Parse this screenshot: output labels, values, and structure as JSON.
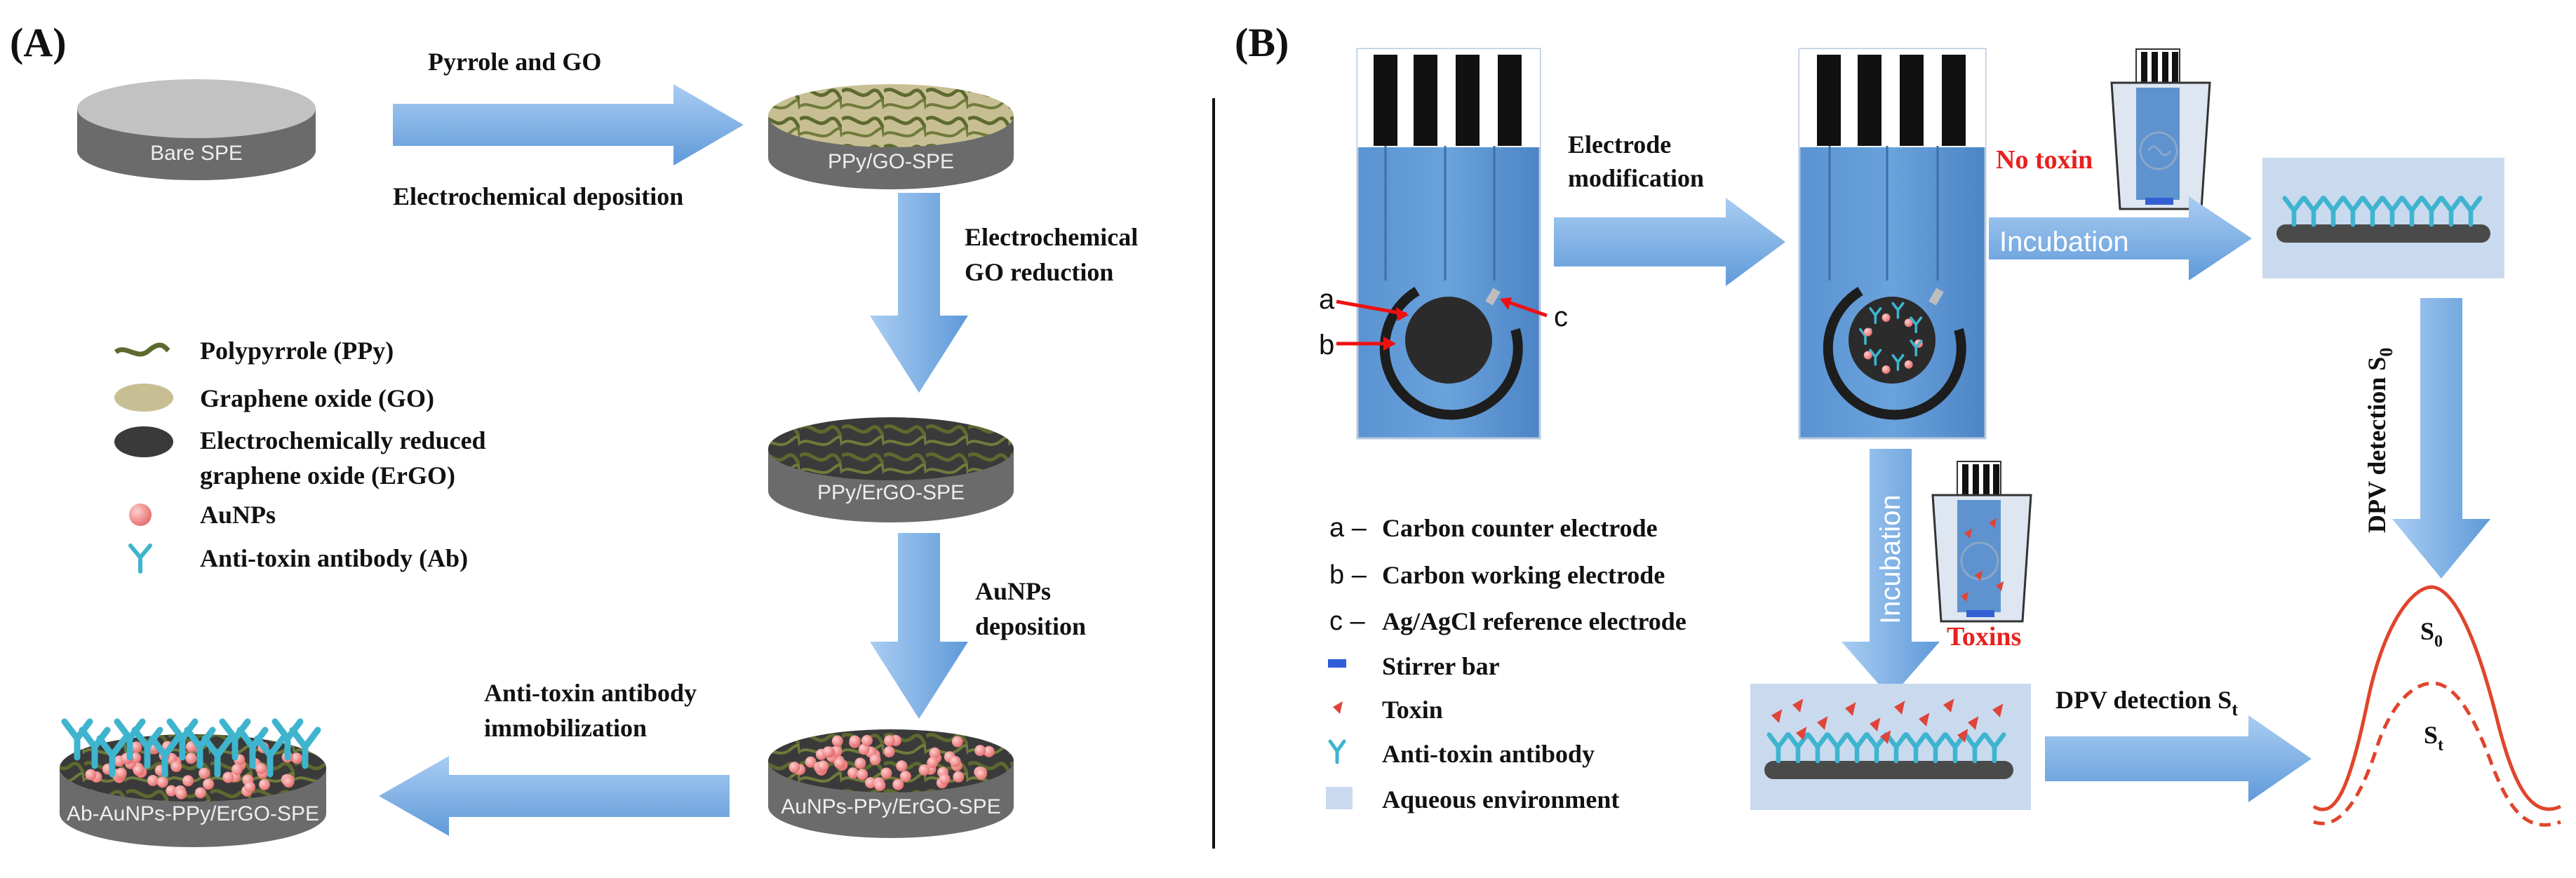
{
  "panel_a": {
    "tag": "(A)",
    "disk_labels": {
      "bare": "Bare SPE",
      "ppy_go": "PPy/GO-SPE",
      "ppy_ergo": "PPy/ErGO-SPE",
      "aunps": "AuNPs-PPy/ErGO-SPE",
      "ab": "Ab-AuNPs-PPy/ErGO-SPE"
    },
    "steps": {
      "pyrrole_go": "Pyrrole and GO",
      "electrochemical_deposition": "Electrochemical deposition",
      "electrochemical_line1": "Electrochemical",
      "electrochemical_line2": "GO reduction",
      "aunps_line1": "AuNPs",
      "aunps_line2": "deposition",
      "antitoxin_line1": "Anti-toxin antibody",
      "antitoxin_line2": "immobilization"
    },
    "legend": {
      "ppy": "Polypyrrole (PPy)",
      "go": "Graphene oxide (GO)",
      "ergo_line1": "Electrochemically reduced",
      "ergo_line2": "graphene oxide (ErGO)",
      "aunps": "AuNPs",
      "ab": "Anti-toxin antibody (Ab)"
    }
  },
  "panel_b": {
    "tag": "(B)",
    "electrode_modification_line1": "Electrode",
    "electrode_modification_line2": "modification",
    "no_toxin": "No toxin",
    "incubation": "Incubation",
    "toxins": "Toxins",
    "dpv_s0": "DPV detection S",
    "dpv_s0_sub": "0",
    "dpv_st": "DPV detection S",
    "dpv_st_sub": "t",
    "peak_s0": "S",
    "peak_s0_sub": "0",
    "peak_st": "S",
    "peak_st_sub": "t",
    "electrode_marks": {
      "a": "a",
      "b": "b",
      "c": "c"
    },
    "legend": [
      {
        "mark": "a –",
        "text": "Carbon counter electrode"
      },
      {
        "mark": "b –",
        "text": "Carbon working electrode"
      },
      {
        "mark": "c –",
        "text": "Ag/AgCl reference electrode"
      },
      {
        "mark": "",
        "text": "Stirrer bar"
      },
      {
        "mark": "",
        "text": "Toxin"
      },
      {
        "mark": "",
        "text": "Anti-toxin antibody"
      },
      {
        "mark": "",
        "text": "Aqueous environment"
      }
    ]
  },
  "colors": {
    "arrow": "#7fb2e6",
    "arrow_dark": "#4f8fd6",
    "strip": "#4b86c9",
    "disk_top": "#bcbcbc",
    "disk_side": "#6e6e6e",
    "ppy": "#5f6b32",
    "go": "#c7bf93",
    "ergo": "#3a3a3a",
    "aunp": "#f08a8a",
    "antibody": "#3fb4cf",
    "toxin": "#e0443a",
    "red_text": "#e8201e",
    "curve": "#e0452c",
    "aqueous": "#c9daef"
  }
}
